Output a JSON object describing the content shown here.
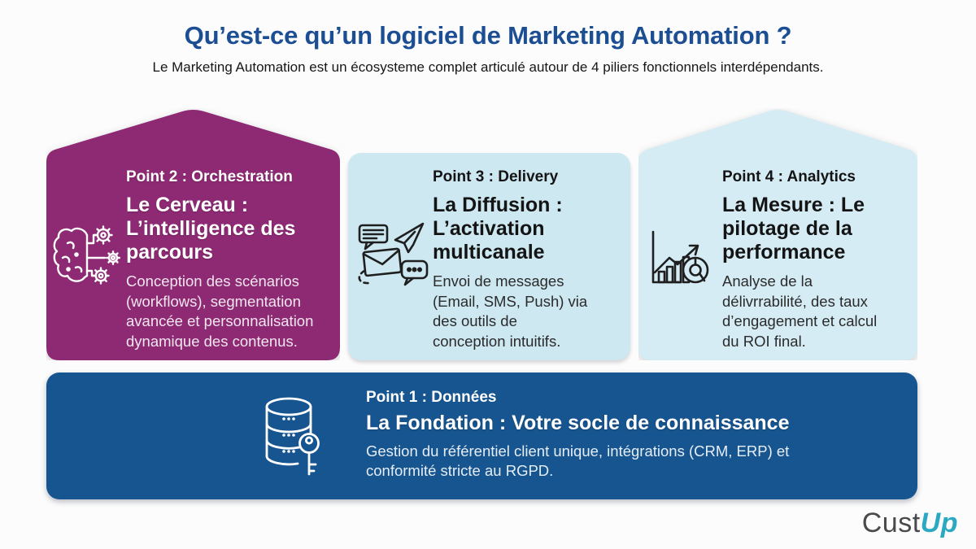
{
  "page": {
    "title": "Qu’est-ce qu’un logiciel de Marketing Automation ?",
    "subtitle": "Le Marketing Automation est un écosysteme complet articulé autour de 4 piliers fonctionnels interdépendants."
  },
  "cards": [
    {
      "id": "orchestration",
      "label": "Point 2 : Orchestration",
      "heading": "Le Cerveau :\nL’intelligence des\nparcours",
      "body": "Conception des scénarios\n(workflows), segmentation\navancée et personnalisation\ndynamique des contenus.",
      "icon": "brain-gears-icon",
      "shape": "house",
      "bg_color": "#8e2a74",
      "text_color": "#ffffff"
    },
    {
      "id": "delivery",
      "label": "Point 3 : Delivery",
      "heading": "La Diffusion :\nL’activation\nmulticanale",
      "body": "Envoi de messages\n(Email, SMS, Push) via\ndes outils de\nconception intuitifs.",
      "icon": "messaging-channels-icon",
      "shape": "rounded-rect",
      "bg_color": "#cde8f1",
      "text_color": "#141414"
    },
    {
      "id": "analytics",
      "label": "Point 4 : Analytics",
      "heading": "La Mesure : Le\npilotage de la\nperformance",
      "body": "Analyse de la\ndélivrrabilité, des taux\nd’engagement et calcul\ndu ROI final.",
      "icon": "chart-growth-icon",
      "shape": "house",
      "bg_color": "#d6ecf4",
      "text_color": "#141414"
    }
  ],
  "foundation": {
    "label": "Point 1 : Données",
    "heading": "La Fondation : Votre socle de connaissance",
    "body": "Gestion du référentiel client unique, intégrations (CRM, ERP) et\nconformité stricte au RGPD.",
    "icon": "database-key-icon",
    "bg_color": "#175590",
    "text_color": "#ffffff"
  },
  "logo": {
    "part1": "Cust",
    "part2": "Up",
    "part1_color": "#4a4a4c",
    "part2_color": "#2ba8c2"
  },
  "colors": {
    "title": "#1c4e94",
    "background": "#fcfcfc",
    "purple_card": "#8e2a74",
    "light_blue_card": "#cde8f1",
    "lighter_blue_card": "#d6ecf4",
    "dark_blue_bar": "#175590"
  }
}
